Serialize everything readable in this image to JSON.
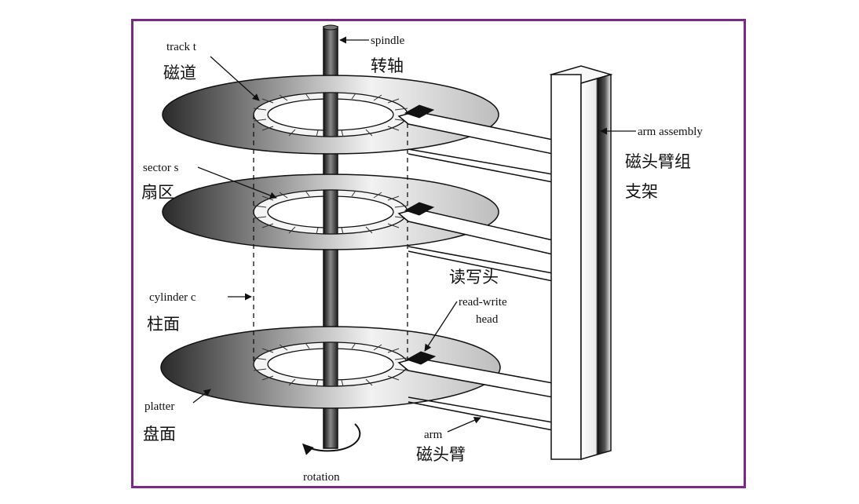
{
  "labels": {
    "track_en": "track t",
    "track_zh": "磁道",
    "spindle_en": "spindle",
    "spindle_zh": "转轴",
    "arm_assembly_en": "arm assembly",
    "arm_assembly_zh1": "磁头臂组",
    "arm_assembly_zh2": "支架",
    "sector_en": "sector s",
    "sector_zh": "扇区",
    "rw_head_zh": "读写头",
    "rw_head_en1": "read-write",
    "rw_head_en2": "head",
    "cylinder_en": "cylinder c",
    "cylinder_zh": "柱面",
    "platter_en": "platter",
    "platter_zh": "盘面",
    "arm_en": "arm",
    "arm_zh": "磁头臂",
    "rotation_en": "rotation"
  },
  "colors": {
    "frame": "#7a2a86",
    "ink": "#111111"
  }
}
